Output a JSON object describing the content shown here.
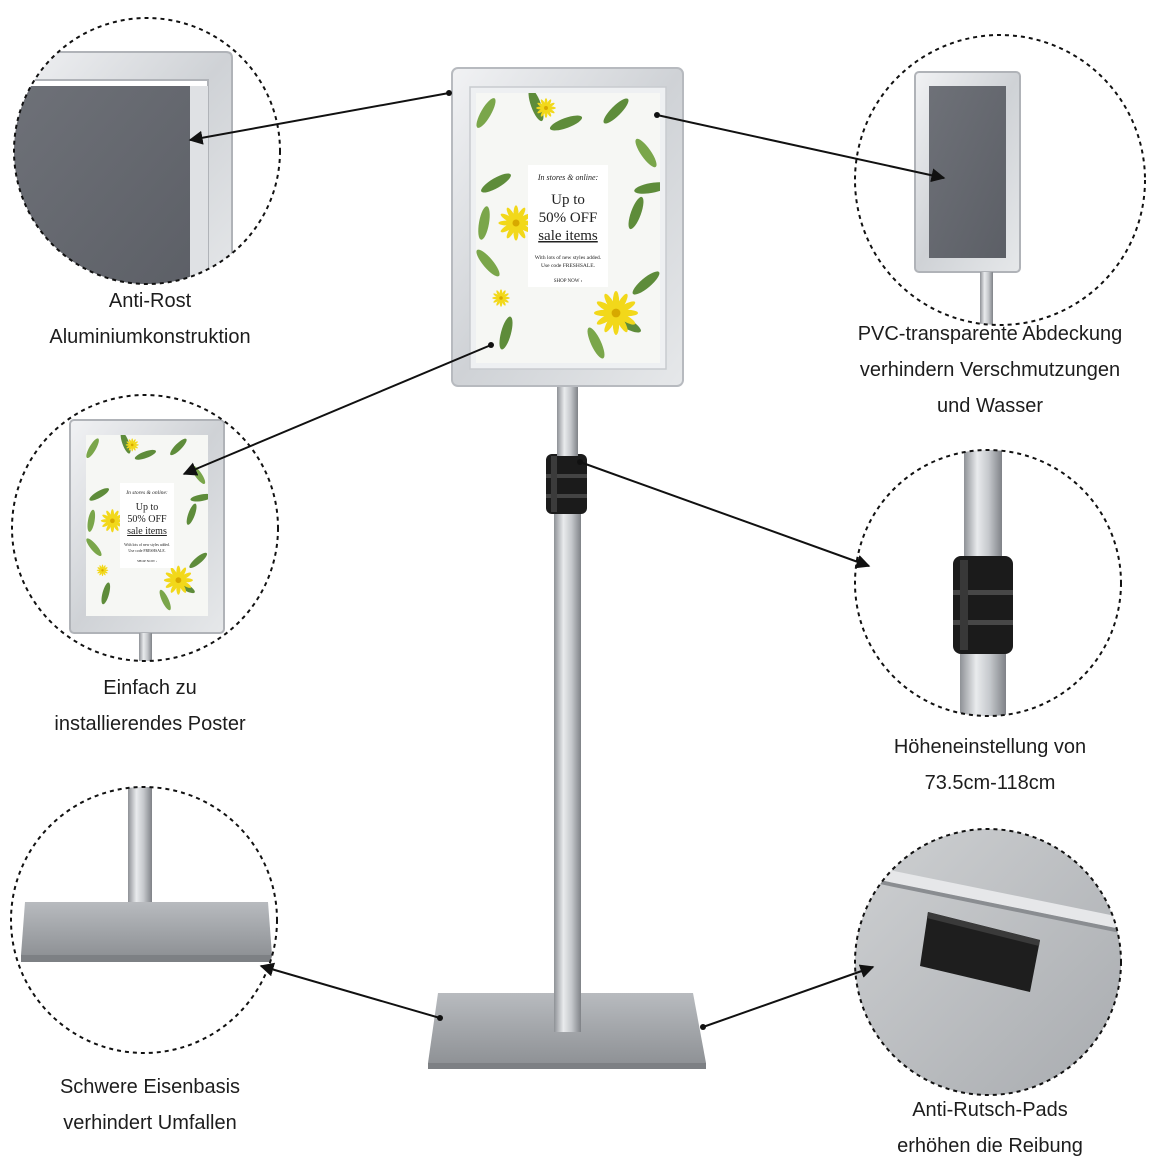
{
  "poster": {
    "kicker": "In stores & online:",
    "line1": "Up to",
    "line2": "50% OFF",
    "line3": "sale items",
    "fine1": "With lots of new styles added.",
    "fine2": "Use code FRESHSALE.",
    "cta": "SHOP NOW ›"
  },
  "captions": {
    "aluminium": [
      "Anti-Rost",
      "Aluminiumkonstruktion"
    ],
    "pvc": [
      "PVC-transparente Abdeckung",
      "verhindern Verschmutzungen",
      "und Wasser"
    ],
    "poster": [
      "Einfach zu",
      "installierendes Poster"
    ],
    "height": [
      "Höheneinstellung von",
      "73.5cm-118cm"
    ],
    "base": [
      "Schwere Eisenbasis",
      "verhindert Umfallen"
    ],
    "pads": [
      "Anti-Rutsch-Pads",
      "erhöhen die Reibung"
    ]
  },
  "colors": {
    "frame": "#d3d5d8",
    "pole": "#b9bcc0",
    "base": "#a3a6aa",
    "clamp": "#1b1b1b",
    "leaf": "#5e8c3a",
    "flower": "#f2d81a"
  }
}
